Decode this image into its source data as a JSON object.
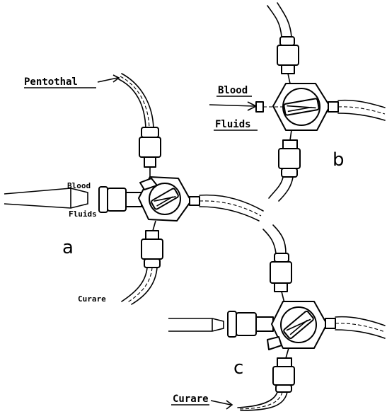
{
  "labels": {
    "a_top": "Pentothal",
    "a_blood": "Blood",
    "a_fluids": "Fluids",
    "a_letter": "a",
    "a_bottom": "Curare",
    "b_blood": "Blood",
    "b_fluids": "Fluids",
    "b_letter": "b",
    "c_letter": "c",
    "c_bottom": "Curare"
  }
}
